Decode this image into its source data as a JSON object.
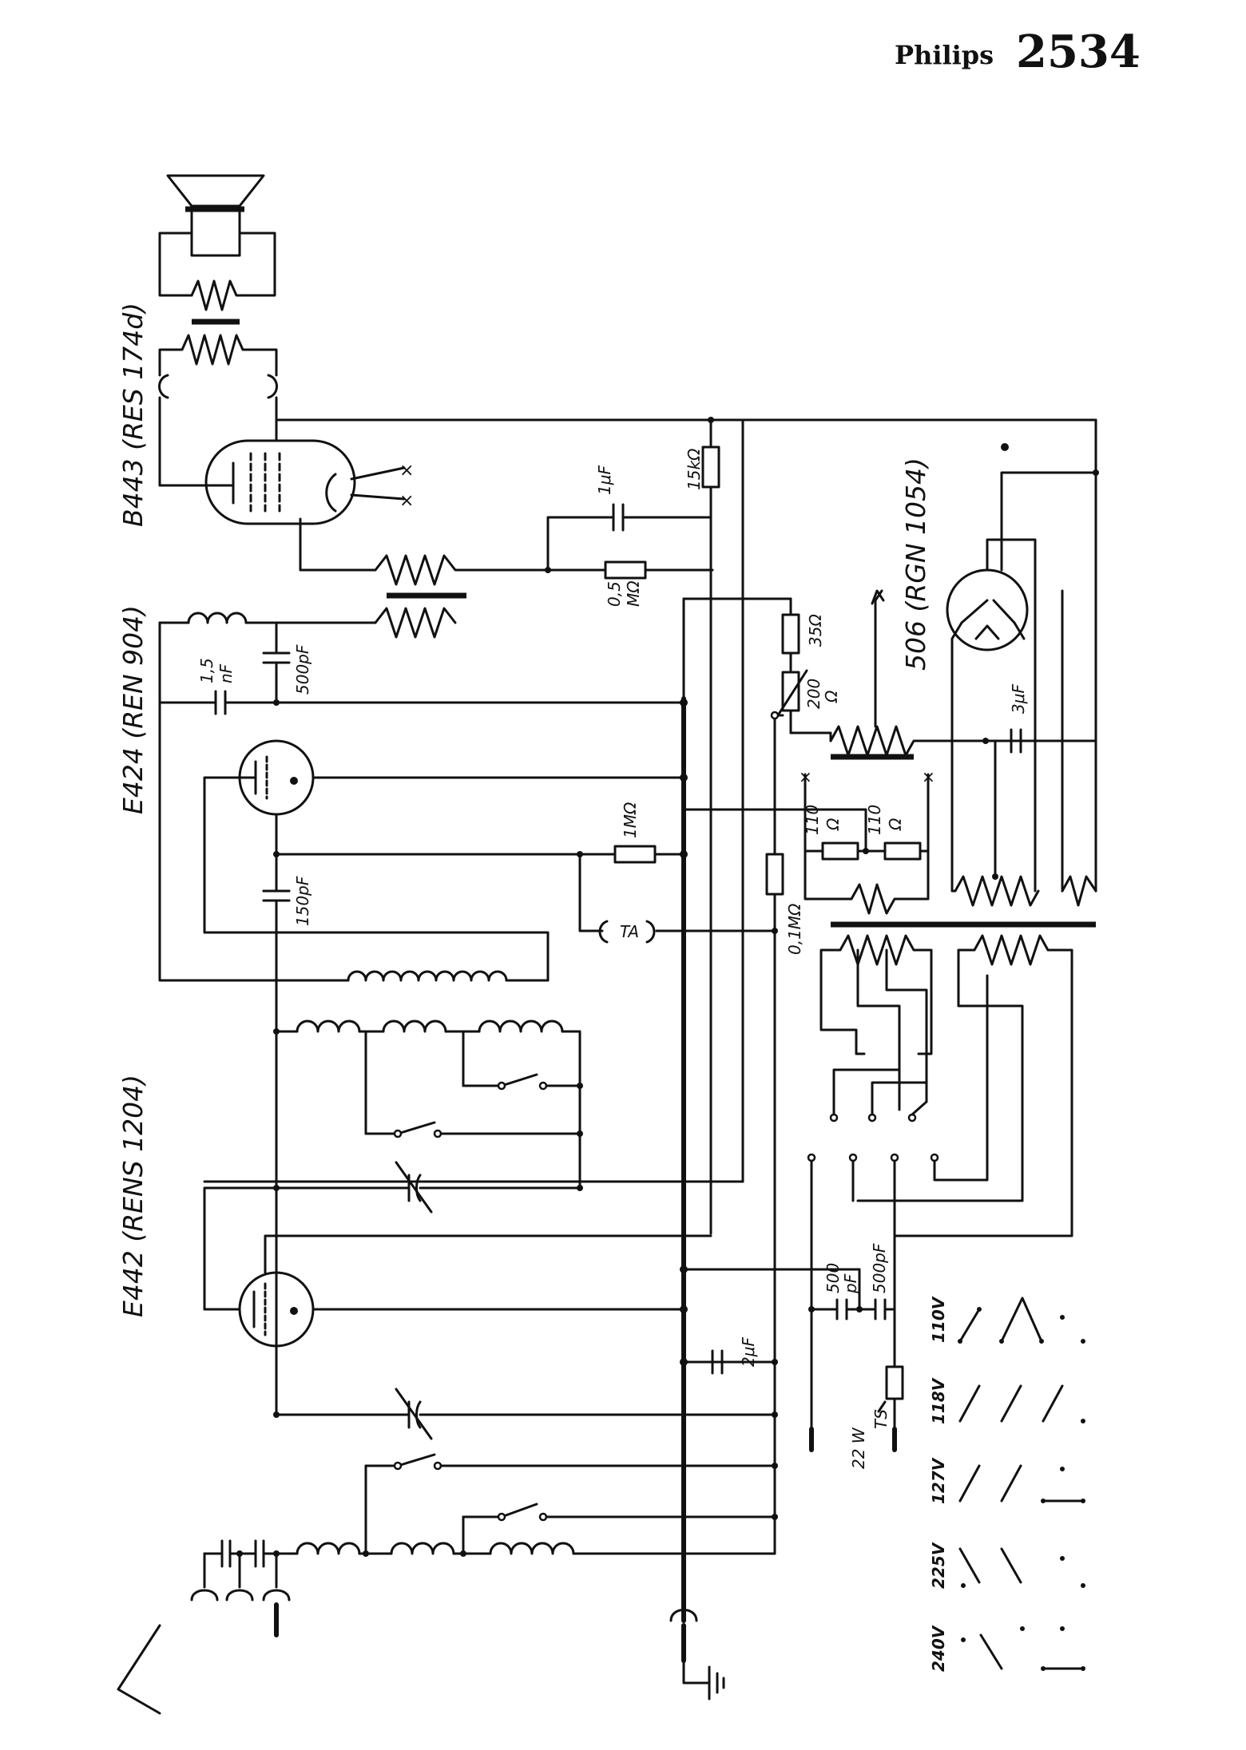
{
  "header": {
    "brand": "Philips",
    "model": "2534"
  },
  "tubes": {
    "output": "B443 (RES 174d)",
    "detector": "E424 (REN 904)",
    "hf": "E442 (RENS 1204)",
    "rectifier": "506 (RGN 1054)"
  },
  "components": {
    "c_1uf": "1μF",
    "r_15k": "15kΩ",
    "r_05m_a": "0,5",
    "r_05m_b": "MΩ",
    "c_15nf_a": "1,5",
    "c_15nf_b": "nF",
    "c_500pf": "500pF",
    "r_35": "35Ω",
    "r_200_a": "200",
    "r_200_b": "Ω",
    "c_3uf": "3μF",
    "r_110a_a": "110",
    "r_110a_b": "Ω",
    "r_110b_a": "110",
    "r_110b_b": "Ω",
    "r_1m": "1MΩ",
    "c_150pf": "150pF",
    "ta": "TA",
    "r_01m": "0,1MΩ",
    "c_2uf": "2μF",
    "c_500pf_a1": "500",
    "c_500pf_a2": "pF",
    "c_500pf_b": "500pF",
    "ts": "TS",
    "power": "22 W"
  },
  "voltage_selector": [
    "110V",
    "118V",
    "127V",
    "225V",
    "240V"
  ]
}
